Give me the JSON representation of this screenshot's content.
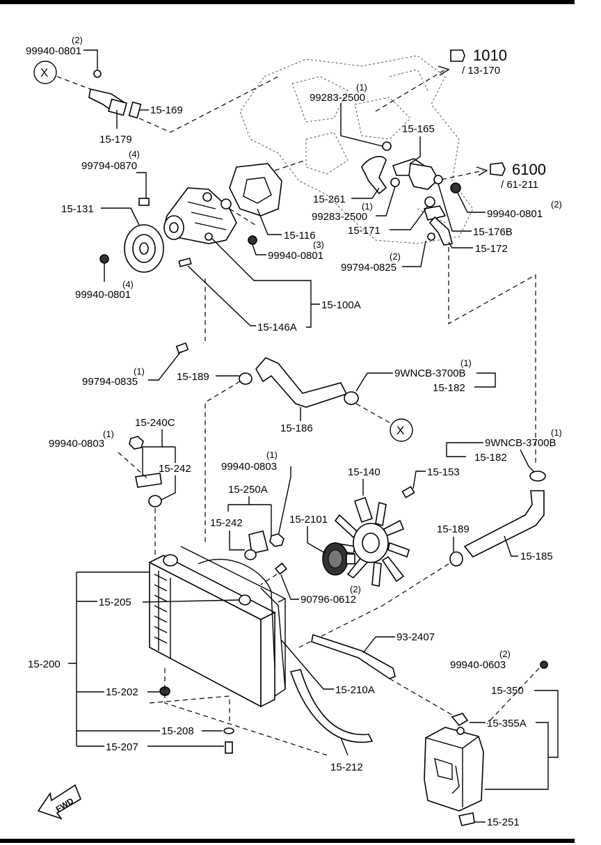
{
  "labels": {
    "bolt_9994_0801_top": "99940-0801",
    "bolt_9994_0801_top_qty": "(2)",
    "ref_x_top": "X",
    "p15_169": "15-169",
    "p15_179": "15-179",
    "ref_1010": "1010",
    "ref_13_170": "/ 13-170",
    "p99283_2500_a": "99283-2500",
    "p99283_2500_a_qty": "(1)",
    "p15_165": "15-165",
    "ref_6100": "6100",
    "ref_61_211": "/ 61-211",
    "p99794_0870": "99794-0870",
    "p99794_0870_qty": "(4)",
    "p15_131": "15-131",
    "p15_261": "15-261",
    "p99283_2500_b": "99283-2500",
    "p99283_2500_b_qty": "(1)",
    "p99940_0801_r": "99940-0801",
    "p99940_0801_r_qty": "(2)",
    "p15_116": "15-116",
    "p15_171": "15-171",
    "p15_176b": "15-176B",
    "p99940_0801_m": "99940-0801",
    "p99940_0801_m_qty": "(3)",
    "p15_172": "15-172",
    "p99794_0825": "99794-0825",
    "p99794_0825_qty": "(2)",
    "p99940_0801_l": "99940-0801",
    "p99940_0801_l_qty": "(4)",
    "p15_100a": "15-100A",
    "p15_146a": "15-146A",
    "p99794_0835": "99794-0835",
    "p99794_0835_qty": "(1)",
    "p15_189_top": "15-189",
    "p9wncb_a": "9WNCB-3700B",
    "p9wncb_a_qty": "(1)",
    "p15_182_a": "15-182",
    "p15_186": "15-186",
    "ref_x_mid": "X",
    "p15_240c": "15-240C",
    "p99940_0803_l": "99940-0803",
    "p99940_0803_l_qty": "(1)",
    "p15_242_a": "15-242",
    "p99940_0803_m": "99940-0803",
    "p99940_0803_m_qty": "(1)",
    "p15_250a": "15-250A",
    "p15_242_b": "15-242",
    "p15_140": "15-140",
    "p15_153": "15-153",
    "p9wncb_b": "9WNCB-3700B",
    "p9wncb_b_qty": "(1)",
    "p15_182_b": "15-182",
    "p15_2101": "15-2101",
    "p15_189_b": "15-189",
    "p15_185": "15-185",
    "p90796_0612": "90796-0612",
    "p90796_0612_qty": "(2)",
    "p15_205": "15-205",
    "p15_200": "15-200",
    "p93_2407": "93-2407",
    "p99940_0603": "99940-0603",
    "p99940_0603_qty": "(2)",
    "p15_202": "15-202",
    "p15_210a": "15-210A",
    "p15_350": "15-350",
    "p15_355a": "15-355A",
    "p15_208": "15-208",
    "p15_207": "15-207",
    "p15_212": "15-212",
    "p15_251": "15-251",
    "fwd": "FWD"
  }
}
